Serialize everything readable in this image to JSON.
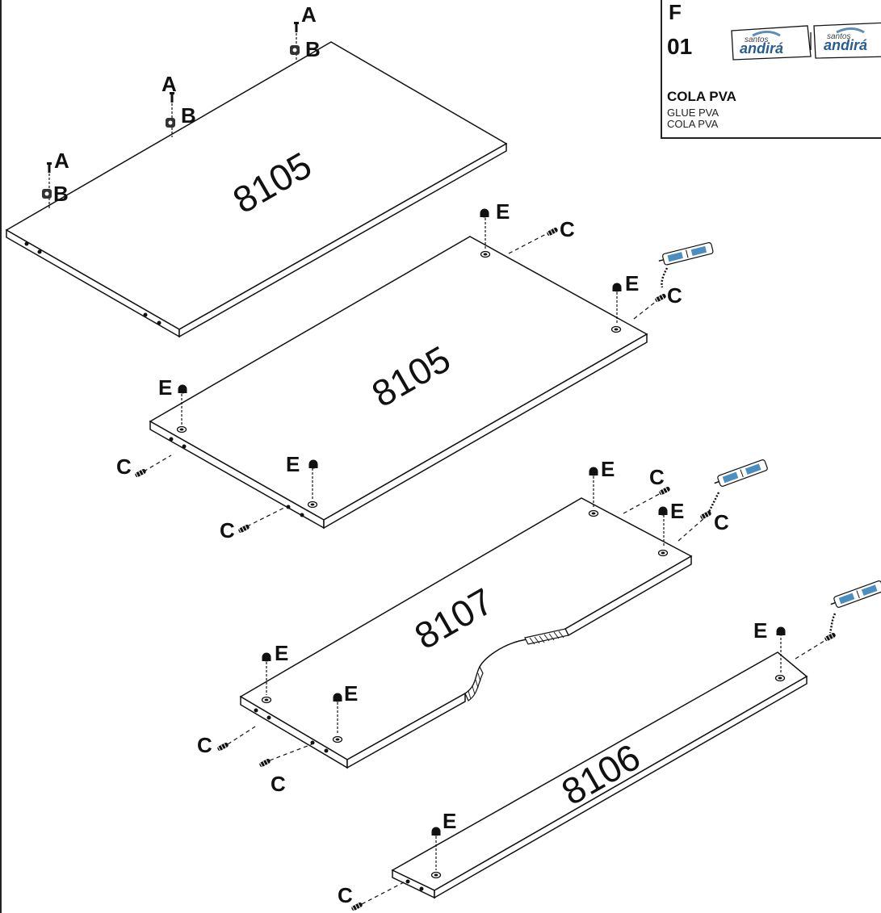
{
  "legend": {
    "letter": "F",
    "quantity": "01",
    "name": "COLA PVA",
    "name_en": "GLUE PVA",
    "name_es": "COLA PVA",
    "brand_small": "santos",
    "brand": "andirá"
  },
  "hardware_labels": {
    "a": "A",
    "b": "B",
    "c": "C",
    "e": "E"
  },
  "panels": [
    {
      "part_number": "8105"
    },
    {
      "part_number": "8105"
    },
    {
      "part_number": "8107"
    },
    {
      "part_number": "8106"
    }
  ]
}
